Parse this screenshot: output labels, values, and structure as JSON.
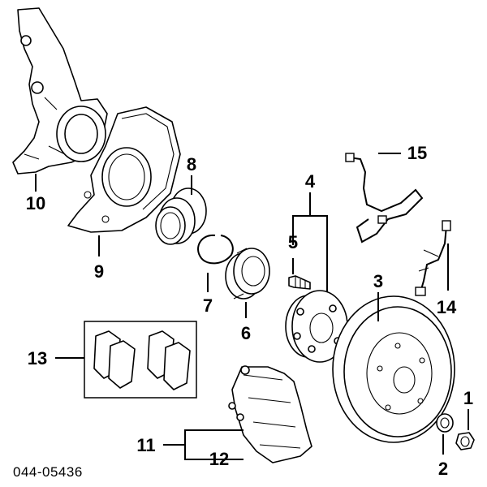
{
  "diagram_code": "044-05436",
  "callouts": {
    "c1": "1",
    "c2": "2",
    "c3": "3",
    "c4": "4",
    "c5": "5",
    "c6": "6",
    "c7": "7",
    "c8": "8",
    "c9": "9",
    "c10": "10",
    "c11": "11",
    "c12": "12",
    "c13": "13",
    "c14": "14",
    "c15": "15"
  }
}
